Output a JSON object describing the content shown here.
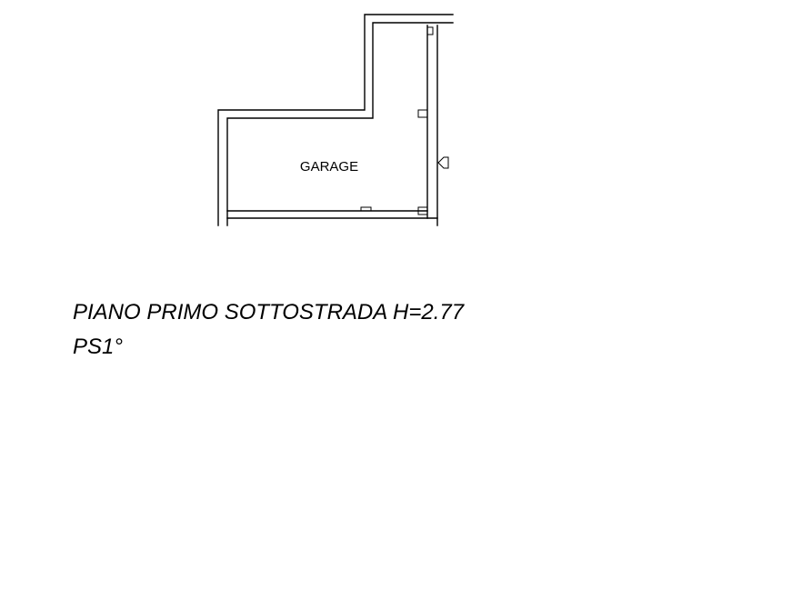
{
  "plan": {
    "room_label": "GARAGE",
    "caption_line1": "PIANO PRIMO SOTTOSTRADA H=2.77",
    "caption_line2": "PS1°"
  },
  "colors": {
    "line": "#000000",
    "background": "#ffffff"
  }
}
